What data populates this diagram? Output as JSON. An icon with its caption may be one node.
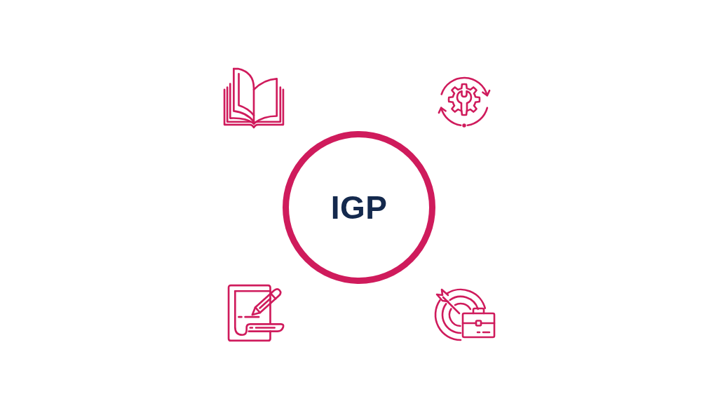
{
  "diagram": {
    "nodes": [
      {
        "text": [
          "IGP"
        ]
      },
      {
        "text": [],
        "shape": "picture"
      },
      {
        "text": [],
        "shape": "picture"
      },
      {
        "text": [],
        "shape": "picture"
      },
      {
        "text": [],
        "shape": "picture"
      }
    ]
  }
}
